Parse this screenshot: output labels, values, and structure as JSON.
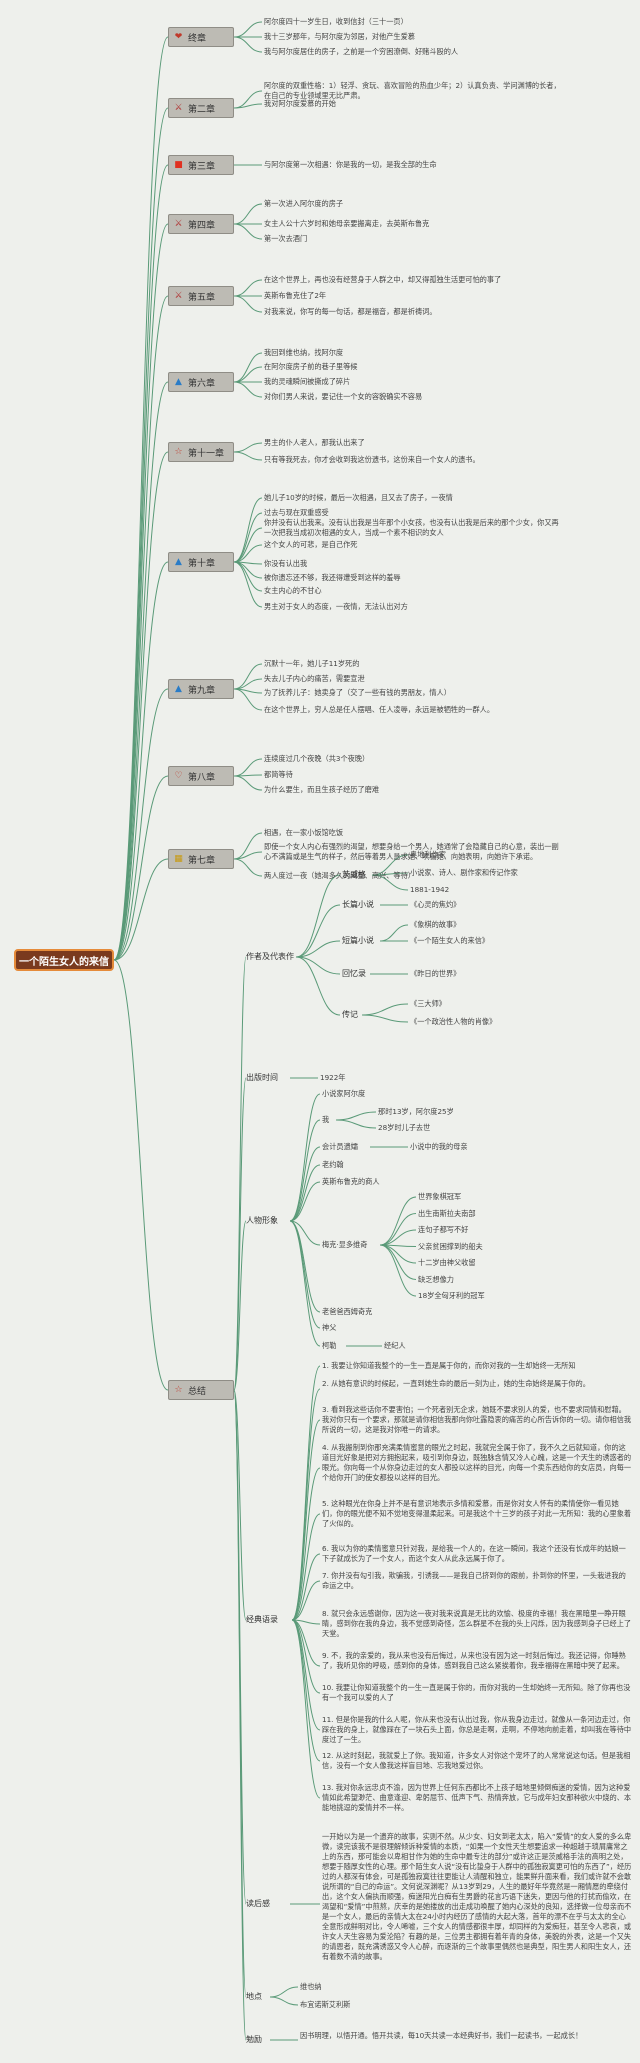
{
  "root": "一个陌生女人的来信",
  "chapters": [
    {
      "title": "终章",
      "icon": "heart-icon",
      "items": [
        "阿尔度四十一岁生日，收到信封（三十一页）",
        "我十三岁那年，与阿尔度为邻居，对他产生爱慕",
        "我与阿尔度居住的房子，之前是一个穷困潦倒、好赌斗殴的人"
      ]
    },
    {
      "title": "第二章",
      "icon": "knife-icon",
      "items": [
        "阿尔度的双重性格：1）轻浮、贪玩、喜欢冒险的热血少年；2）认真负责、学问渊博的长者，在自己的专业领域里无比严肃。",
        "我对阿尔度爱慕的开始"
      ]
    },
    {
      "title": "第三章",
      "icon": "red-square-icon",
      "items": [
        "与阿尔度第一次相遇：你是我的一切，是我全部的生命"
      ]
    },
    {
      "title": "第四章",
      "icon": "knife-icon",
      "items": [
        "第一次进入阿尔度的房子",
        "女主人公十六岁时和她母亲要搬离走，去英斯布鲁克",
        "第一次去酒门"
      ]
    },
    {
      "title": "第五章",
      "icon": "knife-icon",
      "items": [
        "在这个世界上，再也没有经营身于人群之中，却又得孤独生活更可怕的事了",
        "英斯布鲁克住了2年",
        "对我来说，你写的每一句话，都是福音，都是祈祷词。"
      ]
    },
    {
      "title": "第六章",
      "icon": "drop-icon",
      "items": [
        "我回到维也纳，找阿尔度",
        "在阿尔度房子前的巷子里等候",
        "我的灵魂瞬间被撕成了碎片",
        "对你们男人来说，要记住一个女的容貌确实不容易"
      ]
    },
    {
      "title": "第十一章",
      "icon": "star-icon",
      "items": [
        "男主的仆人老人，那我认出来了",
        "只有等我死去，你才会收到我这份遗书，这份来自一个女人的遗书。"
      ]
    },
    {
      "title": "第十章",
      "icon": "drop-icon",
      "items": [
        "她儿子10岁的时候，最后一次相遇，且又去了房子，一夜情",
        "过去与现在双重感受",
        "你并没有认出我来。没有认出我是当年那个小女孩，也没有认出我是后来的那个少女，你又再一次把我当成初次相遇的女人，当成一个素不相识的女人",
        "这个女人的可悲，是自己作死",
        "你没有认出我",
        "被你遗忘还不够，我还得遭受到这样的羞辱",
        "女主内心的不甘心",
        "男主对于女人的态度，一夜情，无法认出对方"
      ]
    },
    {
      "title": "第九章",
      "icon": "drop-icon",
      "items": [
        "沉默十一年，她儿子11岁死的",
        "失去儿子内心的痛苦，需要宣泄",
        "为了抚养儿子：她卖身了（交了一些有钱的男朋友，情人）",
        "在这个世界上，穷人总是任人摆唱、任人凌辱，永远是被牺牲的一群人。"
      ]
    },
    {
      "title": "第八章",
      "icon": "heart-outline-icon",
      "items": [
        "连续度过几个夜晚（共3个夜晚）",
        "都简等待",
        "为什么要生，而且生孩子经历了磨难"
      ]
    },
    {
      "title": "第七章",
      "icon": "grid-icon",
      "items": [
        "相遇，在一家小饭馆吃饭",
        "即使一个女人内心有强烈的渴望，想要身给一个男人，她通常了会隐藏自己的心意，装出一副心不满篇或是生气的样子，然后等着男人恳求她、哄骗她、向她表明，向她许下承诺。",
        "两人度过一夜（她渴多久的渴望、高兴、等待）"
      ]
    }
  ],
  "info_title": "总结",
  "info": {
    "author_section": "作者及代表作",
    "zweig": "茨威格",
    "zweig_items": [
      "奥地利作家",
      "小说家、诗人、剧作家和传记作家",
      "1881-1942"
    ],
    "long_novel": "长篇小说",
    "long_items": [
      "《心灵的焦灼》"
    ],
    "short_novel": "短篇小说",
    "short_items": [
      "《象棋的故事》",
      "《一个陌生女人的来信》"
    ],
    "memoir": "回忆录",
    "memoir_items": [
      "《昨日的世界》"
    ],
    "bio": "传记",
    "bio_items": [
      "《三大师》",
      "《一个政治性人物的肖像》"
    ],
    "pub_time": "出版时间",
    "pub_year": "1922年",
    "chars": "人物形象",
    "writer": "小说家阿尔度",
    "me": "我",
    "me_items": [
      "那时13岁，阿尔度25岁",
      "28岁时儿子去世"
    ],
    "sister": "会计员遗孀",
    "sister_item": "小说中的我的母亲",
    "old": "老约翰",
    "inns": "英斯布鲁克的商人",
    "mother": "梅克·显多维奇",
    "mother_items": [
      "世界象棋冠军",
      "出生南斯拉夫南部",
      "连句子都写不好",
      "父亲贫困撑到的船夫",
      "十二岁由神父收留",
      "缺乏想像力",
      "18岁全匈牙利的冠军"
    ],
    "old_master": "老爸爸西姆奇克",
    "priest": "神父",
    "pike": "柯勒",
    "pike_item": "经纪人",
    "quotes": "经典语录",
    "quote_list": [
      "1. 我要让你知道我整个的一生一直是属于你的，而你对我的一生却始终一无所知",
      "2. 从她有意识的时候起，一直到她生命的最后一刻为止，她的生命始终是属于你的。",
      "3. 看到我这些话你不要害怕；一个死者别无企求，她既不要求别人的爱，也不要求同情和慰藉。我对你只有一个要求，那就是请你相信我那向你吐露隐衷的痛苦的心所告诉你的一切。请你相信我所说的一切，这是我对你唯一的请求。",
      "4. 从我搬制到你那充满柔情蜜意的眼光之时起，我就完全属于你了，我不久之后就知道，你的这道目光好象是把对方拥抱起来，吸引到你身边，既独脉含情又冷人心魄，这是一个天生的诱惑者的眼光。你向每一个从你身边走过的女人都投以这样的目光，向每一个卖东西给你的女店员，向每一个给你开门的使女都投以这样的目光。",
      "5. 这种眼光在你身上并不是有意识地表示多情和爱慕，而是你对女人怀有的柔情使你一看见她们，你的眼光便不知不觉地变得温柔起来。可是我这个十三岁的孩子对此一无所知：我的心里象着了火似的。",
      "6. 我以为你的柔情蜜意只针对我，是给我一个人的，在这一瞬间，我这个还没有长成年的姑娘一下子就成长为了一个女人，而这个女人从此永远属于你了。",
      "7. 你并没有勾引我，欺骗我，引诱我——是我自己挤到你的跟前，扑到你的怀里，一头栽进我的命运之中。",
      "8. 就只会永远感谢你，因为这一夜对我来说真是无比的欢愉、极度的幸福！我在黑暗里一睁开眼睛，感到你在我的身边，我不觉感到奇怪，怎么群星不在我的头上闪烁，因为我感到身子已经上了天堂。",
      "9. 不，我的亲爱的，我从来也没有后悔过，从来也没有因为这一时刻后悔过。我还记得，你睡熟了，我听见你的呼吸，感到你的身体，感到我自己这么紧挨着你，我幸福得在黑暗中哭了起来。",
      "10. 我要让你知道我整个的一生一直是属于你的，而你对我的一生却始终一无所知。除了你再也没有一个我可以爱的人了",
      "11. 但是你是我的什么人呢，你从来也没有认出过我，你从我身边走过，就像从一条河边走过，你踩在我的身上，就像踩在了一块石头上面，你总是走啊，走啊，不停地向前走着，却叫我在等待中度过了一生。",
      "12. 从这时刻起，我就爱上了你。我知道，许多女人对你这个宠坏了的人常常说这句话。但是我相信，没有一个女人像我这样盲目地、忘我地爱过你。",
      "13. 我对你永远忠贞不渝，因为世界上任何东西都比不上孩子暗地里倾倒痴迷的爱情，因为这种爱情如此希望渺茫、曲意逢迎、卑躬屈节、低声下气、热情奔放，它与成年妇女那种欲火中烧的、本能地挑逗的爱情并不一样。"
    ],
    "read_feel": "读后感",
    "read_text": "一开始以为是一个遗弃的故事，实则不然。从少女、妇女到老太太，陷入“爱情”的女人爱的多么卑微，读完该我不是很理解倾诉种爱情的本质，“如果一个女性天生想要追求一种超越于琐屑庸常之上的东西，那可能会以卑相甘作为她的生命中最专注的部分”或许这正是茨威格手法的高明之处，想要于随厚女性的心理。那个陌生女人说“没有比蛰身于人群中的孤独寂寞更可怕的东西了”，经历过的人都深有体会，可是孤独寂寞往往更能让人清醒和独立，能果鲜升面来看，我们或许就不会敢说所谓的“自己的命运”。文何说深渊呢？从13岁到29，人生的最好年华竟然是一厢情愿的牵绕付出，这个女人偏执而顺强，痴迷阳光白痴有生男爵的花言巧语下迷失，更因与他的打扰而偷欢，在渴望和“爱情”中煎熬，庆幸的是她搂放的出走成功唤醒了她内心深处的良知，选择做一位母亲而不是一个女人，最后的亲情大太在24小时内经历了感情的大起大落，首年的漂不在乎与太太的全心全意形成鲜明对比，令人唏嘘，三个女人的情感都很丰厚，却同样的为爱痴狂，甚至令人悲哀，或许女人天生容易为爱沦陷？有趣的是，三位男主都拥有着年青的身体，美貌的外表，这是一个又失的请恩者，既充满诱惑又令人心醉，而逐渐的三个故事里偶然也是典型，阳生男人和阳生女人，还有着数不清的故事。",
    "place": "地点",
    "place_items": [
      "维也纳",
      "布宜诺斯艾利斯"
    ],
    "encourage": "勉励",
    "encourage_text": "因书明理，以悟开通。悟开共读，每10天共读一本经典好书，我们一起读书，一起成长！"
  }
}
